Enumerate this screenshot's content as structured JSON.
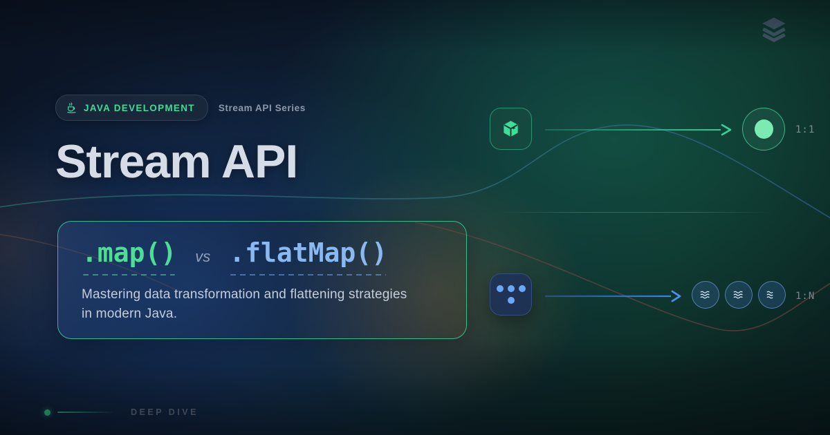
{
  "header": {
    "badge": {
      "icon": "java-coffee-cup-icon",
      "label": "JAVA DEVELOPMENT"
    },
    "series": "Stream API Series",
    "logo_icon": "layers-icon"
  },
  "title": "Stream API",
  "card": {
    "method_a": ".map()",
    "versus": "vs",
    "method_b": ".flatMap()",
    "description_lines": [
      "Mastering data transformation and flattening strategies",
      "in modern Java."
    ]
  },
  "diagrams": {
    "map_flow": {
      "source_icon": "cube-icon",
      "arrow_icon": "arrow-right",
      "result_icon": "filled-dot-circle",
      "ratio_label": "1:1",
      "accent_color": "#34d399"
    },
    "flatmap_flow": {
      "source_icon": "grid-dots-icon",
      "arrow_icon": "arrow-right",
      "result_icon": "stream-waves-circle",
      "result_count": 3,
      "ratio_label": "1:N",
      "accent_color": "#3b82f6"
    }
  },
  "footer": {
    "label": "DEEP DIVE"
  },
  "colors": {
    "accent_green": "#34d399",
    "accent_blue": "#3b82f6",
    "map_text": "#4fdc96",
    "flatmap_text": "#8ab9f2",
    "title_text": "#d5dce6",
    "muted_text": "#8d99ab",
    "description_text": "#c4cdda",
    "ratio_text": "#7e9089",
    "warm_glow": "#c4762c",
    "bg_navy": "#0a1322",
    "bg_teal": "#0d2b27"
  }
}
